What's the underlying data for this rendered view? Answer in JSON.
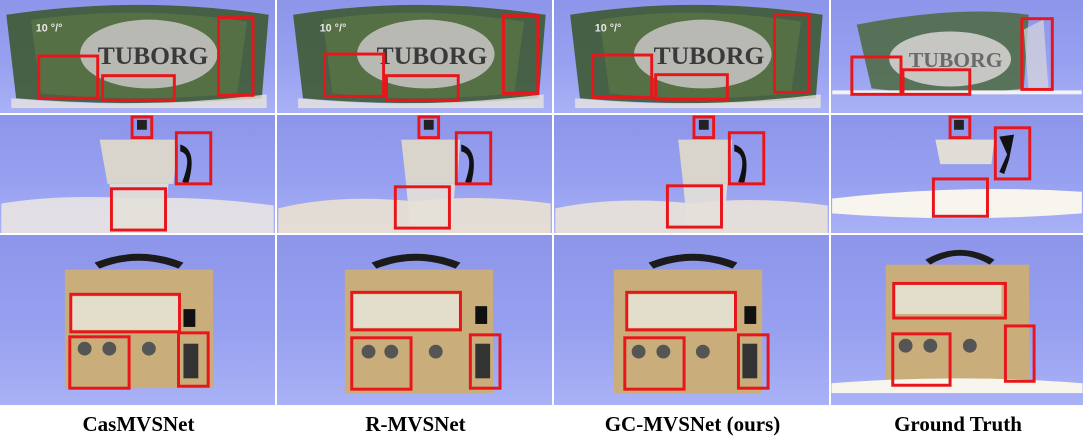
{
  "columns": [
    {
      "label": "CasMVSNet"
    },
    {
      "label": "R-MVSNet"
    },
    {
      "label": "GC-MVSNet (ours)"
    },
    {
      "label": "Ground Truth"
    }
  ],
  "rows": [
    {
      "object": "can"
    },
    {
      "object": "kettle"
    },
    {
      "object": "power-supply"
    }
  ],
  "can_text": {
    "brand": "TUBORG",
    "badge": "10 °/°"
  },
  "colors": {
    "background": "#97a0f0",
    "highlight_box": "#e8161b"
  }
}
